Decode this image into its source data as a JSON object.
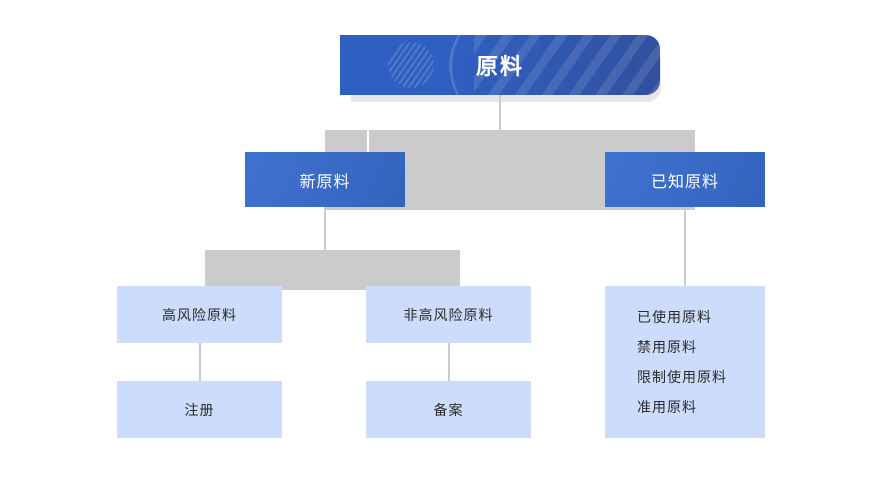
{
  "diagram": {
    "type": "hierarchy-flowchart",
    "title": "原料",
    "colors": {
      "banner_blue": "#2f5fc0",
      "banner_blue_dark": "#31509e",
      "node_blue": "#3a6bc8",
      "node_light_blue": "#ccdcfa",
      "connector_gray": "#cbcbcb",
      "shadow_gray": "#e6e6e6",
      "text_light": "#ffffff",
      "text_dark": "#2b2b2b",
      "background": "#ffffff"
    }
  },
  "root": {
    "label": "原料"
  },
  "level1": [
    {
      "label": "新原料"
    },
    {
      "label": "已知原料"
    }
  ],
  "level2": [
    {
      "label": "高风险原料"
    },
    {
      "label": "非高风险原料"
    }
  ],
  "level3": [
    {
      "label": "注册"
    },
    {
      "label": "备案"
    }
  ],
  "known_list": {
    "items": [
      {
        "label": "已使用原料"
      },
      {
        "label": "禁用原料"
      },
      {
        "label": "限制使用原料"
      },
      {
        "label": "准用原料"
      }
    ]
  }
}
